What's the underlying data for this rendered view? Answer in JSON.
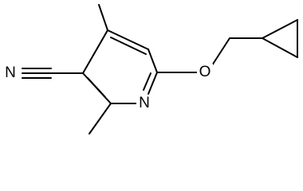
{
  "molecule": {
    "atoms": {
      "nitrile_n": "N",
      "ring_n": "N",
      "ether_o": "O"
    }
  }
}
